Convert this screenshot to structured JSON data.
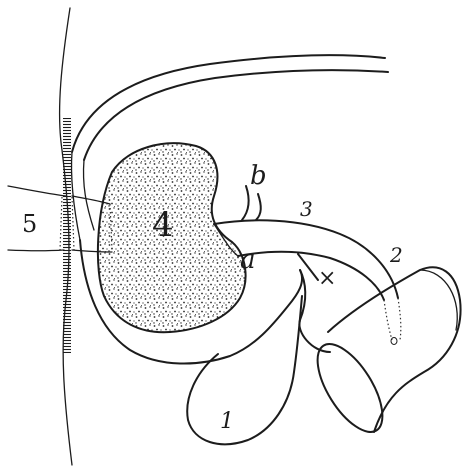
{
  "labels": {
    "l1": "1",
    "l2": "2",
    "l3": "3",
    "l4": "4",
    "l5": "5",
    "la": "a",
    "lb": "b",
    "lx": "×"
  },
  "colors": {
    "ink": "#1c1c1c",
    "paper": "#ffffff",
    "stipple": "#2a2a2a"
  }
}
